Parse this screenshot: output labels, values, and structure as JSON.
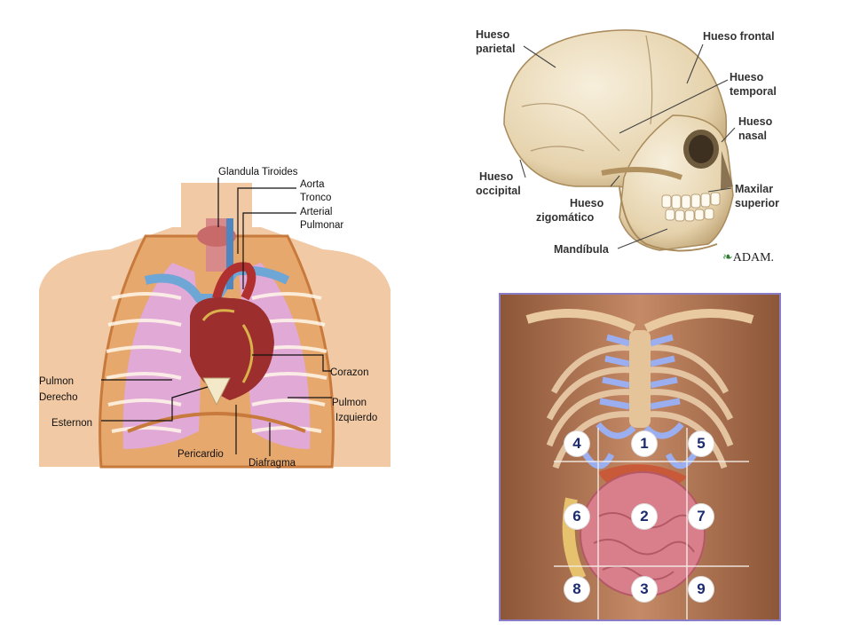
{
  "thorax": {
    "labels": {
      "thyroid": "Glandula Tiroides",
      "aorta": "Aorta",
      "trunk": "Tronco",
      "arterial": "Arterial",
      "pulmonar": "Pulmonar",
      "heart": "Corazon",
      "right_lung_1": "Pulmon",
      "right_lung_2": "Derecho",
      "sternum": "Esternon",
      "left_lung_1": "Pulmon",
      "left_lung_2": "Izquierdo",
      "pericardium": "Pericardio",
      "diaphragm": "Diafragma"
    }
  },
  "skull": {
    "labels": {
      "parietal_1": "Hueso",
      "parietal_2": "parietal",
      "frontal": "Hueso frontal",
      "temporal_1": "Hueso",
      "temporal_2": "temporal",
      "nasal_1": "Hueso",
      "nasal_2": "nasal",
      "occipital_1": "Hueso",
      "occipital_2": "occipital",
      "zygomatic_1": "Hueso",
      "zygomatic_2": "zigomático",
      "maxilla_1": "Maxilar",
      "maxilla_2": "superior",
      "mandible": "Mandíbula"
    },
    "logo": "ADAM."
  },
  "abdomen": {
    "regions": [
      "4",
      "1",
      "5",
      "6",
      "2",
      "7",
      "8",
      "3",
      "9"
    ]
  }
}
